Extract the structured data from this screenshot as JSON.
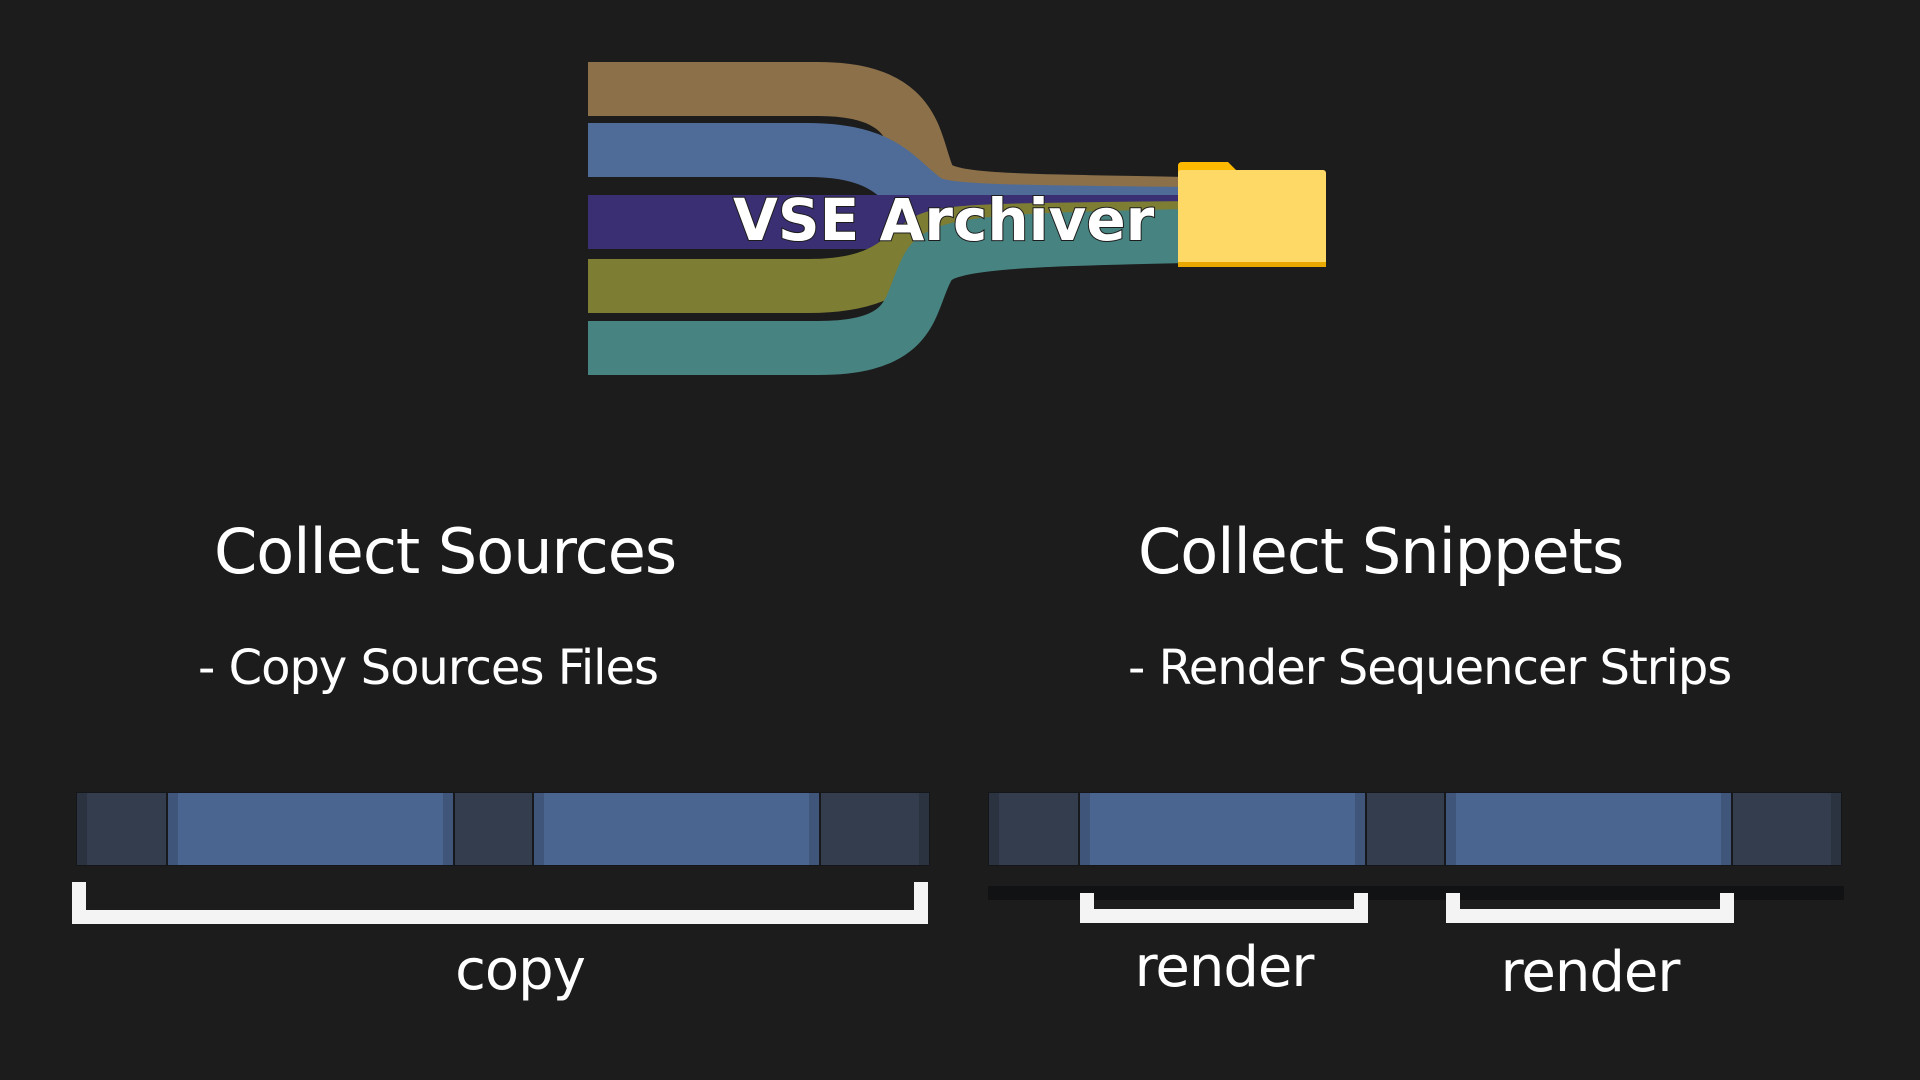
{
  "logo": {
    "title": "VSE Archiver",
    "stream_colors": [
      "#8b7049",
      "#4f6c98",
      "#3a2f72",
      "#7d7d33",
      "#478380"
    ],
    "folder_color": "#ffd966",
    "folder_tab_color": "#ffb900",
    "icon": "folder-icon"
  },
  "left": {
    "heading": "Collect Sources",
    "subheading": "- Copy Sources Files",
    "caption": "copy"
  },
  "right": {
    "heading": "Collect Snippets",
    "subheading": "- Render Sequencer Strips",
    "captions": [
      "render",
      "render"
    ]
  },
  "colors": {
    "background": "#1c1c1c",
    "strip": "#4a6690",
    "strip_dark": "#333d4d",
    "bracket": "#f4f4f4"
  }
}
